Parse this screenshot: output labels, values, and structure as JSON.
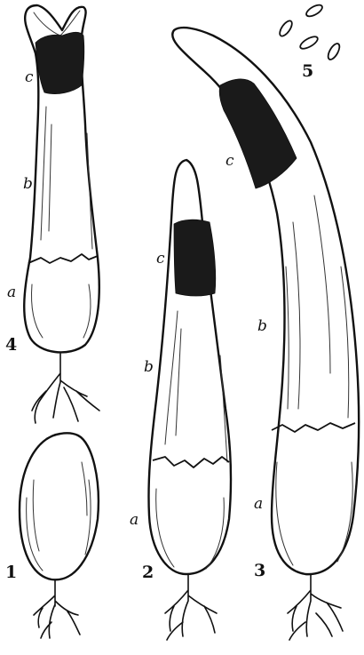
{
  "figure_labels": {
    "fig1": "1",
    "fig2": "2",
    "fig3": "3",
    "fig4": "4",
    "fig5": "5"
  },
  "part_labels": {
    "fig2": {
      "c": "c",
      "b": "b",
      "a": "a"
    },
    "fig3": {
      "c": "c",
      "b": "b",
      "a": "a"
    },
    "fig4": {
      "c": "c",
      "b": "b",
      "a": "a"
    }
  }
}
